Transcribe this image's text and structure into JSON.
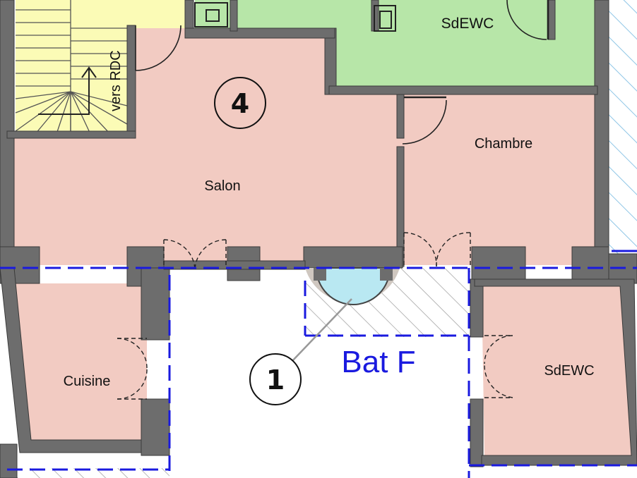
{
  "plan": {
    "rooms": {
      "sdewc_top": "SdEWC",
      "chambre": "Chambre",
      "salon": "Salon",
      "cuisine": "Cuisine",
      "sdewc_bottom": "SdEWC"
    },
    "stairs_label": "vers RDC",
    "markers": {
      "apartment_number": "4",
      "point_number": "1"
    },
    "building_label": "Bat F"
  },
  "colors": {
    "living_zone": "#f2cbc2",
    "wet_zone": "#b7e6a8",
    "stairs": "#fbfbb6",
    "stair_tower": "#b9e8f2",
    "wall": "#6d6d6d",
    "building_boundary": "#1a1adf"
  }
}
